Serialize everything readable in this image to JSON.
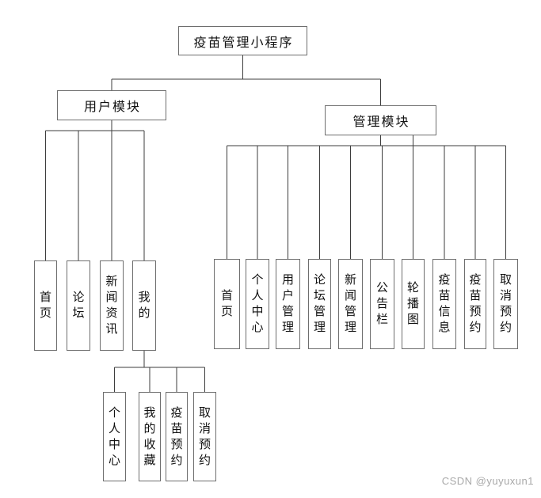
{
  "root": {
    "label": "疫苗管理小程序"
  },
  "user_module": {
    "label": "用户模块",
    "children": [
      {
        "label": "首页"
      },
      {
        "label": "论坛"
      },
      {
        "label": "新闻资讯"
      },
      {
        "label": "我的"
      }
    ],
    "my_children": [
      {
        "label": "个人中心"
      },
      {
        "label": "我的收藏"
      },
      {
        "label": "疫苗预约"
      },
      {
        "label": "取消预约"
      }
    ]
  },
  "admin_module": {
    "label": "管理模块",
    "children": [
      {
        "label": "首页"
      },
      {
        "label": "个人中心"
      },
      {
        "label": "用户管理"
      },
      {
        "label": "论坛管理"
      },
      {
        "label": "新闻管理"
      },
      {
        "label": "公告栏"
      },
      {
        "label": "轮播图"
      },
      {
        "label": "疫苗信息"
      },
      {
        "label": "疫苗预约"
      },
      {
        "label": "取消预约"
      }
    ]
  },
  "watermark": "CSDN @yuyuxun1",
  "colors": {
    "background": "#ffffff",
    "box_border": "#6e6e6e",
    "connector_line": "#3d3d3d",
    "text": "#111111",
    "watermark_text": "#a9a9a9"
  }
}
